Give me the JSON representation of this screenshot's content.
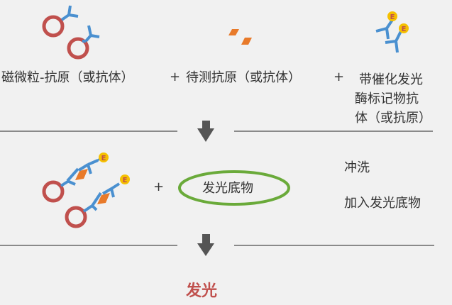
{
  "step1": {
    "reagent1": "磁微粒-抗原（或抗体）",
    "plus1": "+",
    "reagent2": "待测抗原（或抗体）",
    "plus2": "+",
    "reagent3_lines": [
      "带催化发光",
      "酶标记物抗",
      "体（或抗原）"
    ],
    "enzyme_label": "E"
  },
  "step2": {
    "plus": "+",
    "substrate": "发光底物",
    "actions": [
      "冲洗",
      "加入发光底物"
    ]
  },
  "result": "发光",
  "colors": {
    "ring": "#c0504d",
    "antibody": "#4a90d0",
    "antigen": "#e87a2a",
    "enzyme": "#f5c000",
    "ellipse": "#6aaa3a",
    "arrow": "#555555",
    "result": "#c0504d"
  }
}
